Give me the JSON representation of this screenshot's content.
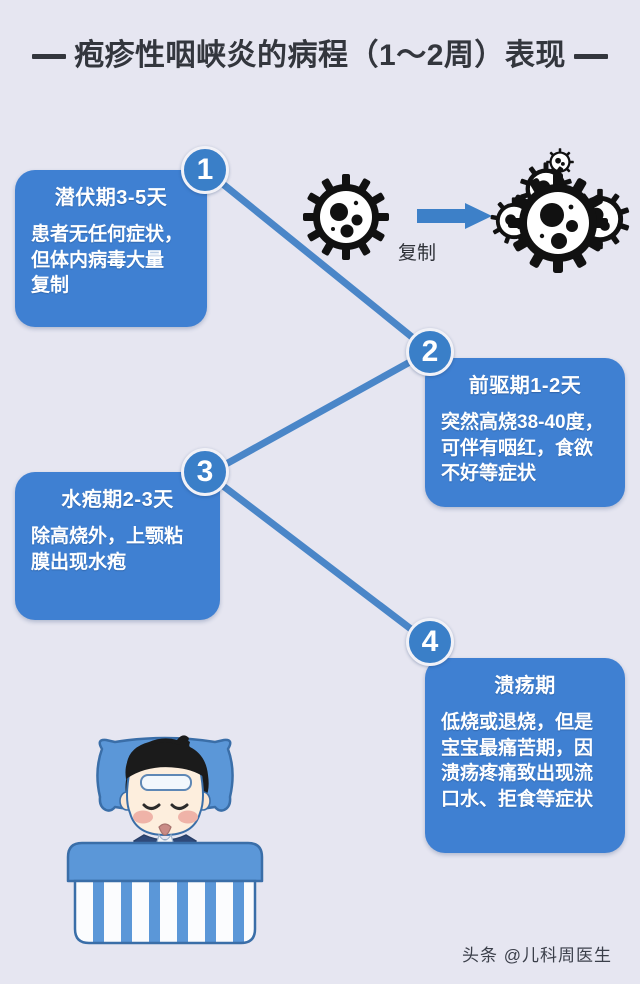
{
  "header": {
    "dash_left": "—",
    "dash_right": "—",
    "title": "疱疹性咽峡炎的病程（1～2周）表现"
  },
  "stages": [
    {
      "number": "1",
      "title": "潜伏期3-5天",
      "body_line1": "患者无任何症状，",
      "body_line2": "但体内病毒大量",
      "body_line3": "复制"
    },
    {
      "number": "2",
      "title": "前驱期1-2天",
      "body_line1": "突然高烧38-40度，",
      "body_line2": "可伴有咽红，食欲",
      "body_line3": "不好等症状"
    },
    {
      "number": "3",
      "title": "水疱期2-3天",
      "body_line1": "除高烧外，上颚粘",
      "body_line2": "膜出现水疱",
      "body_line3": ""
    },
    {
      "number": "4",
      "title": "溃疡期",
      "body_line1": "低烧或退烧，但是",
      "body_line2": "宝宝最痛苦期，因",
      "body_line3": "溃疡疼痛致出现流",
      "body_line4": "口水、拒食等症状"
    }
  ],
  "illustration": {
    "replicate_label": "复制",
    "virus_single_name": "virus-particle-single",
    "virus_cluster_name": "virus-particle-cluster",
    "arrow_name": "replication-arrow",
    "child_name": "sick-child-in-bed"
  },
  "footer": {
    "credit": "头条 @儿科周医生"
  },
  "colors": {
    "background": "#e6e6f1",
    "card_blue": "#3f80d2",
    "circle_blue": "#3a7fc8",
    "line_blue": "#4a86c8",
    "arrow_blue": "#3d80c8",
    "title_dark": "#33363d",
    "text_white": "#ffffff"
  }
}
